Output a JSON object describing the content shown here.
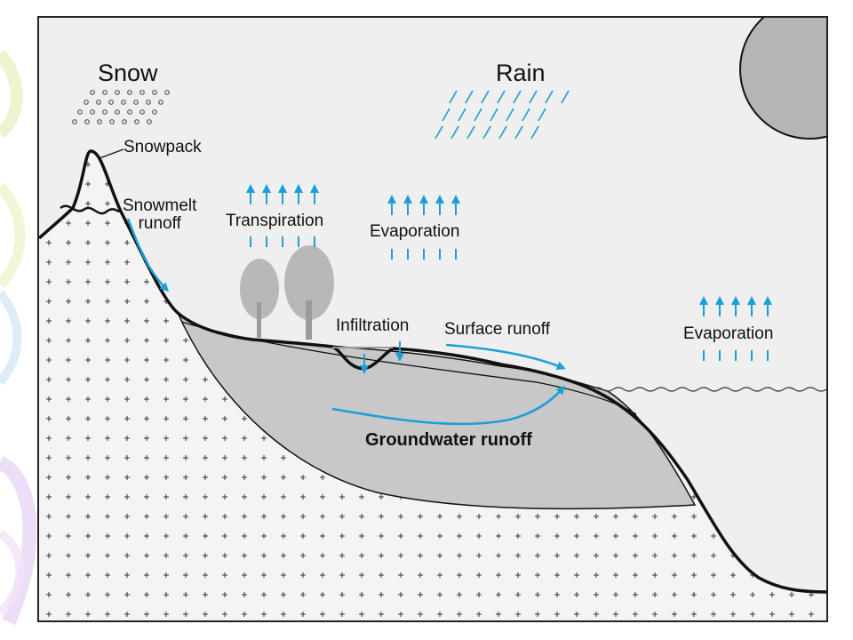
{
  "labels": {
    "snow": "Snow",
    "rain": "Rain",
    "snowpack": "Snowpack",
    "snowmelt_runoff": "Snowmelt\nrunoff",
    "transpiration": "Transpiration",
    "evaporation_land": "Evaporation",
    "infiltration": "Infiltration",
    "surface_runoff": "Surface runoff",
    "evaporation_water": "Evaporation",
    "groundwater_runoff": "Groundwater runoff"
  },
  "colors": {
    "frame_bg": "#efefef",
    "ground_pattern": "#333333",
    "aquifer_fill": "#c8c8c8",
    "outline": "#111111",
    "arrow_blue": "#1a9fd8",
    "sun": "#b5b5b5",
    "trees": "#b8b8b8",
    "slide_wave": "#e8f3c4",
    "slide_swirl": "#e9d6f5"
  },
  "icons": {
    "sun": "sun-icon",
    "trees": "tree-icon",
    "snowflakes": "snowflake-dots",
    "raindrops": "rain-streaks"
  }
}
